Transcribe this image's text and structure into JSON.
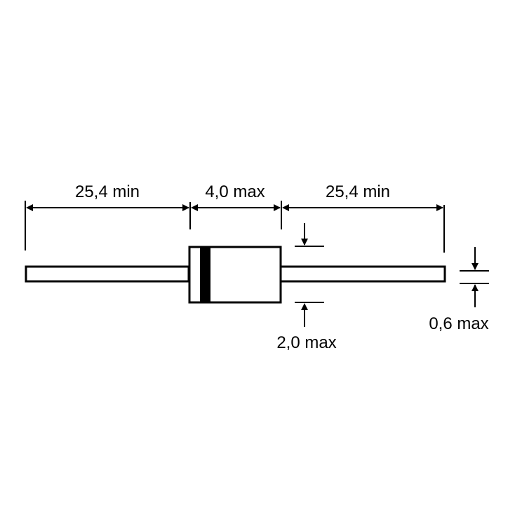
{
  "dimensions": {
    "left_lead_length": "25,4 min",
    "body_length": "4,0 max",
    "right_lead_length": "25,4 min",
    "body_diameter": "2,0 max",
    "lead_diameter": "0,6 max"
  },
  "colors": {
    "line": "#000000",
    "background": "#ffffff"
  }
}
